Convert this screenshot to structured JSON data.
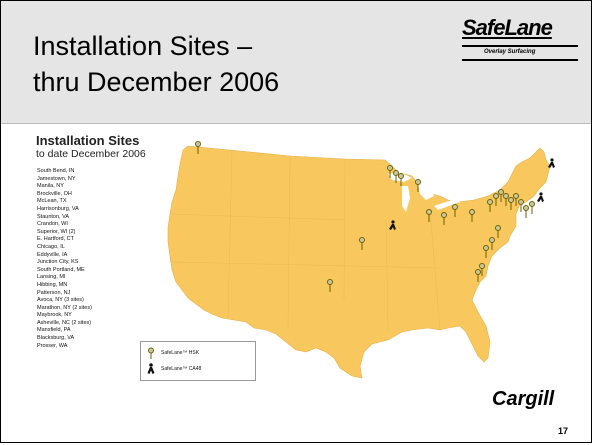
{
  "slide": {
    "title_line1": "Installation Sites –",
    "title_line2": "thru December 2006",
    "page_number": "17"
  },
  "logos": {
    "safelane_word": "SafeLane",
    "safelane_tagline": "Overlay Surfacing",
    "cargill_word": "Cargill"
  },
  "map": {
    "title": "Installation Sites",
    "subtitle": "to date December 2006",
    "land_color": "#f8c85e",
    "sites": [
      "South Bend, IN",
      "Jamestown, NY",
      "Manila, NY",
      "Brockville, OH",
      "McLean, TX",
      "Harrisonburg, VA",
      "Staunton, VA",
      "Crandon, WI",
      "Superior, WI (2)",
      "E. Hartford, CT",
      "Chicago, IL",
      "Eddyville, IA",
      "Junction City, KS",
      "South Portland, ME",
      "Lansing, MI",
      "Hibbing, MN",
      "Patterson, NJ",
      "Avoca, NY (3 sites)",
      "Marathon, NY (2 sites)",
      "Maybrook, NY",
      "Asheville, NC (2 sites)",
      "Mansfield, PA",
      "Blacksburg, VA",
      "Prosser, WA"
    ],
    "legend": {
      "item1": "SafeLane™ HSK",
      "item2": "SafeLane™ CA48"
    }
  }
}
